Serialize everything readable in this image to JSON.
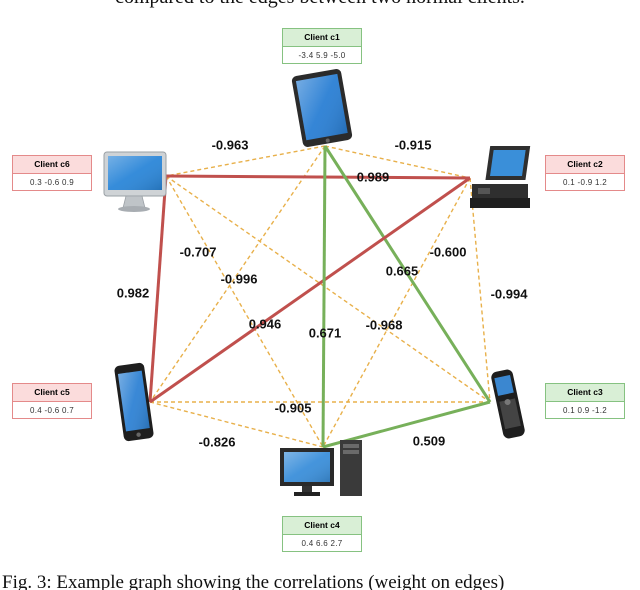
{
  "caption_top": "compared to the edges between two normal clients.",
  "caption_bottom": "Fig. 3: Example graph showing the correlations (weight on edges)",
  "colors": {
    "positive_red": "#c0504d",
    "positive_green": "#77b05a",
    "negative_dashed": "#e8b04a",
    "card_green_fill": "#d9efd6",
    "card_green_border": "#86c281",
    "card_red_fill": "#fbdcdc",
    "card_red_border": "#e48a8a"
  },
  "clients": [
    {
      "id": "c1",
      "label": "Client c1",
      "values": "-3.4   5.9  -5.0",
      "status": "green",
      "device": "tablet-icon"
    },
    {
      "id": "c2",
      "label": "Client c2",
      "values": "0.1  -0.9   1.2",
      "status": "red",
      "device": "desktop-pc-icon"
    },
    {
      "id": "c3",
      "label": "Client c3",
      "values": "0.1   0.9  -1.2",
      "status": "green",
      "device": "flip-phone-icon"
    },
    {
      "id": "c4",
      "label": "Client c4",
      "values": "0.4   6.6   2.7",
      "status": "green",
      "device": "workstation-icon"
    },
    {
      "id": "c5",
      "label": "Client c5",
      "values": "0.4  -0.6   0.7",
      "status": "red",
      "device": "smartphone-icon"
    },
    {
      "id": "c6",
      "label": "Client c6",
      "values": "0.3  -0.6   0.9",
      "status": "red",
      "device": "imac-icon"
    }
  ],
  "edges": [
    {
      "from": "c1",
      "to": "c6",
      "weight": "-0.963",
      "style": "dashed"
    },
    {
      "from": "c1",
      "to": "c2",
      "weight": "-0.915",
      "style": "dashed"
    },
    {
      "from": "c6",
      "to": "c2",
      "weight": "0.989",
      "style": "red"
    },
    {
      "from": "c6",
      "to": "c4",
      "weight": "-0.707",
      "style": "dashed"
    },
    {
      "from": "c1",
      "to": "c5",
      "weight": "-0.996",
      "style": "dashed"
    },
    {
      "from": "c2",
      "to": "c4",
      "weight": "-0.600",
      "style": "dashed"
    },
    {
      "from": "c1",
      "to": "c3",
      "weight": "0.665",
      "style": "green"
    },
    {
      "from": "c2",
      "to": "c3",
      "weight": "-0.994",
      "style": "dashed"
    },
    {
      "from": "c6",
      "to": "c5",
      "weight": "0.982",
      "style": "red"
    },
    {
      "from": "c2",
      "to": "c5",
      "weight": "0.946",
      "style": "red"
    },
    {
      "from": "c1",
      "to": "c4",
      "weight": "0.671",
      "style": "green"
    },
    {
      "from": "c6",
      "to": "c3",
      "weight": "-0.968",
      "style": "dashed"
    },
    {
      "from": "c5",
      "to": "c3",
      "weight": "-0.905",
      "style": "dashed"
    },
    {
      "from": "c5",
      "to": "c4",
      "weight": "-0.826",
      "style": "dashed"
    },
    {
      "from": "c4",
      "to": "c3",
      "weight": "0.509",
      "style": "green"
    }
  ]
}
